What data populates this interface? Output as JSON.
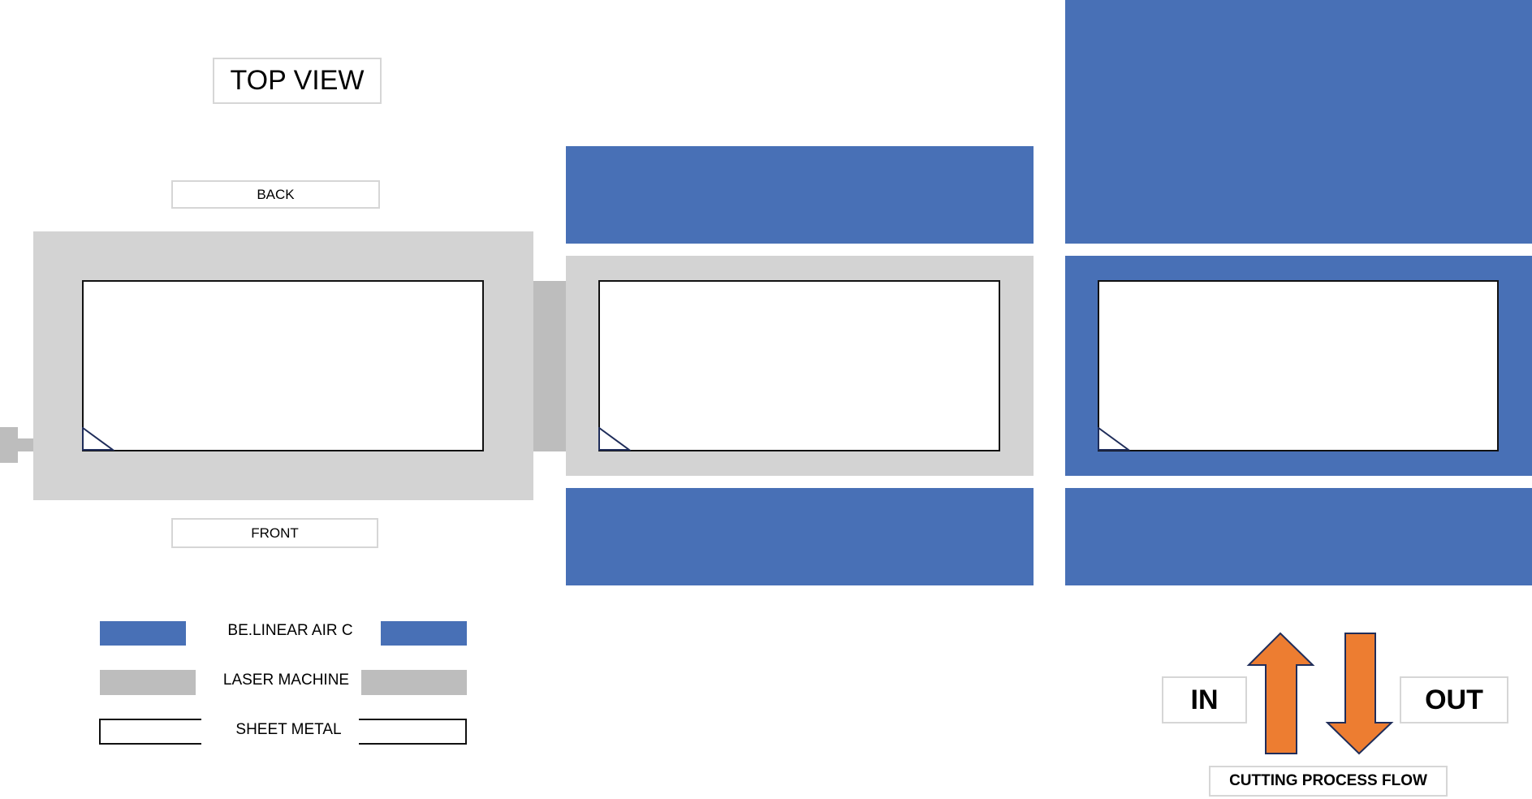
{
  "title": "TOP VIEW",
  "labels": {
    "back": "BACK",
    "front": "FRONT",
    "in": "IN",
    "out": "OUT",
    "flow": "CUTTING PROCESS FLOW"
  },
  "legend": [
    {
      "label": "BE.LINEAR AIR C",
      "color": "#4870b6"
    },
    {
      "label": "LASER MACHINE",
      "color": "#bdbdbd"
    },
    {
      "label": "SHEET METAL",
      "color": "#ffffff"
    }
  ],
  "colors": {
    "conveyor": "#4870b6",
    "machine": "#d3d3d3",
    "arrow": "#ed7d31"
  }
}
